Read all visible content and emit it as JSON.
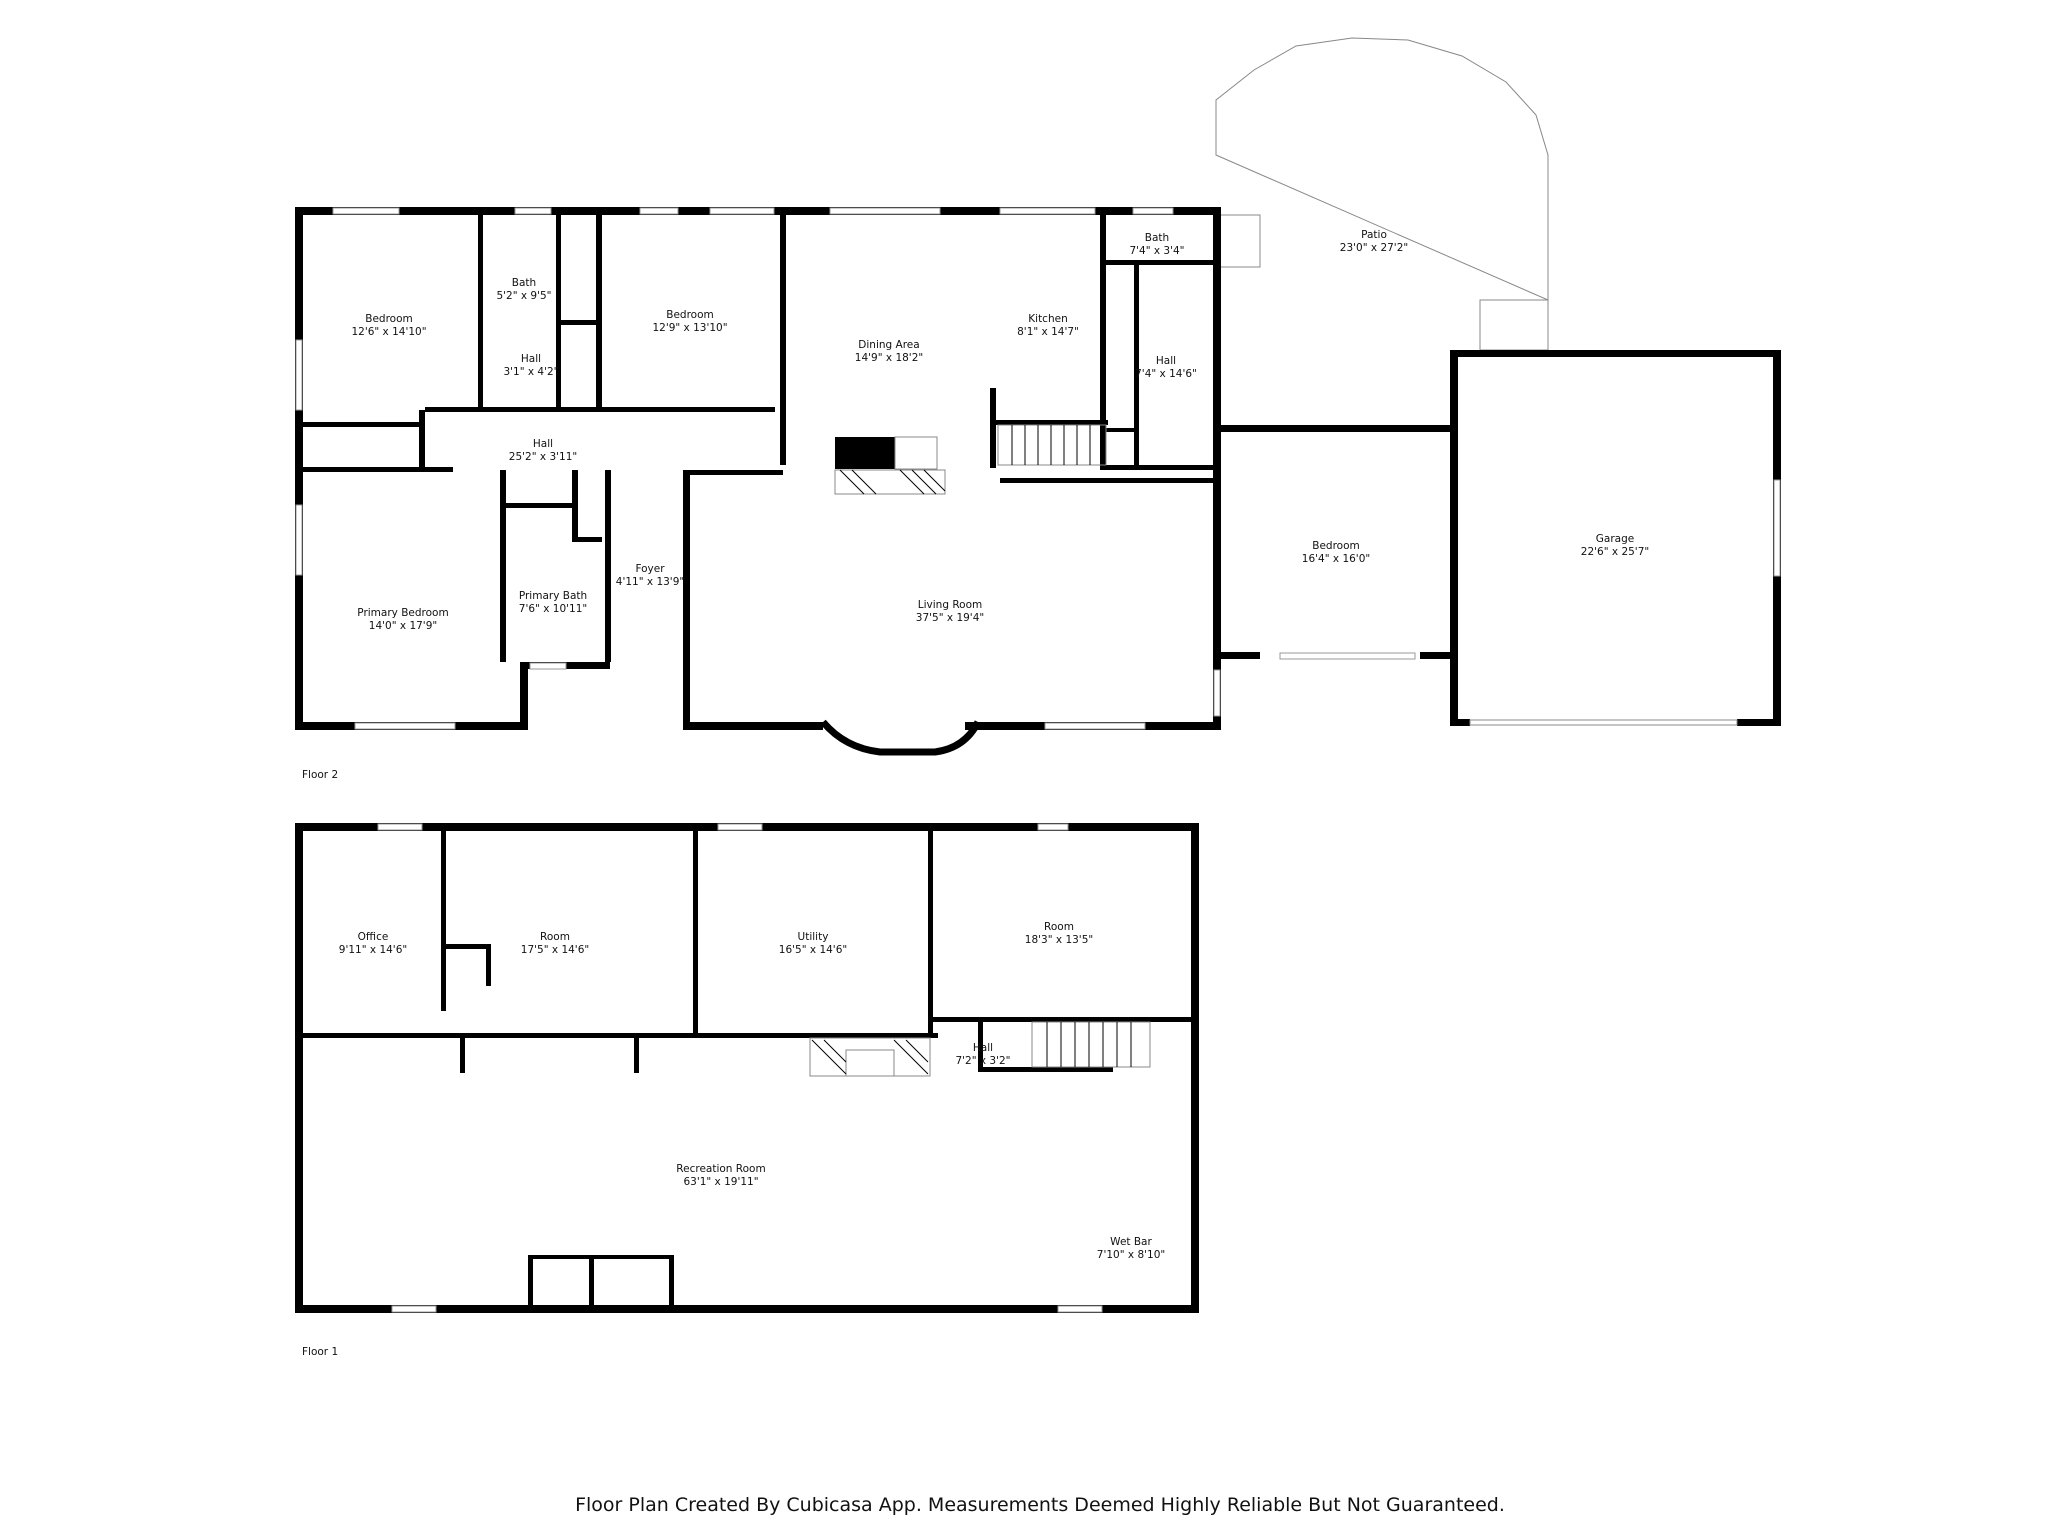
{
  "floors": [
    {
      "label": "Floor 2",
      "rooms": [
        {
          "key": "bedroom-nw",
          "name": "Bedroom",
          "dim": "12'6\" x 14'10\""
        },
        {
          "key": "bath-upper",
          "name": "Bath",
          "dim": "5'2\" x 9'5\""
        },
        {
          "key": "hall-small",
          "name": "Hall",
          "dim": "3'1\" x 4'2\""
        },
        {
          "key": "bedroom-n",
          "name": "Bedroom",
          "dim": "12'9\" x 13'10\""
        },
        {
          "key": "dining-area",
          "name": "Dining Area",
          "dim": "14'9\" x 18'2\""
        },
        {
          "key": "kitchen",
          "name": "Kitchen",
          "dim": "8'1\" x 14'7\""
        },
        {
          "key": "bath-small",
          "name": "Bath",
          "dim": "7'4\" x 3'4\""
        },
        {
          "key": "hall-east",
          "name": "Hall",
          "dim": "7'4\" x 14'6\""
        },
        {
          "key": "patio",
          "name": "Patio",
          "dim": "23'0\" x 27'2\""
        },
        {
          "key": "hall-long",
          "name": "Hall",
          "dim": "25'2\" x 3'11\""
        },
        {
          "key": "primary-bedroom",
          "name": "Primary Bedroom",
          "dim": "14'0\" x 17'9\""
        },
        {
          "key": "primary-bath",
          "name": "Primary Bath",
          "dim": "7'6\" x 10'11\""
        },
        {
          "key": "foyer",
          "name": "Foyer",
          "dim": "4'11\" x 13'9\""
        },
        {
          "key": "living-room",
          "name": "Living Room",
          "dim": "37'5\" x 19'4\""
        },
        {
          "key": "bedroom-e",
          "name": "Bedroom",
          "dim": "16'4\" x 16'0\""
        },
        {
          "key": "garage",
          "name": "Garage",
          "dim": "22'6\" x 25'7\""
        }
      ]
    },
    {
      "label": "Floor 1",
      "rooms": [
        {
          "key": "office",
          "name": "Office",
          "dim": "9'11\" x 14'6\""
        },
        {
          "key": "room-a",
          "name": "Room",
          "dim": "17'5\" x 14'6\""
        },
        {
          "key": "utility",
          "name": "Utility",
          "dim": "16'5\" x 14'6\""
        },
        {
          "key": "room-b",
          "name": "Room",
          "dim": "18'3\" x 13'5\""
        },
        {
          "key": "hall-lower",
          "name": "Hall",
          "dim": "7'2\" x 3'2\""
        },
        {
          "key": "recreation-room",
          "name": "Recreation Room",
          "dim": "63'1\" x 19'11\""
        },
        {
          "key": "wet-bar",
          "name": "Wet Bar",
          "dim": "7'10\" x 8'10\""
        }
      ]
    }
  ],
  "footer": "Floor Plan Created By Cubicasa App. Measurements Deemed Highly Reliable But Not Guaranteed."
}
